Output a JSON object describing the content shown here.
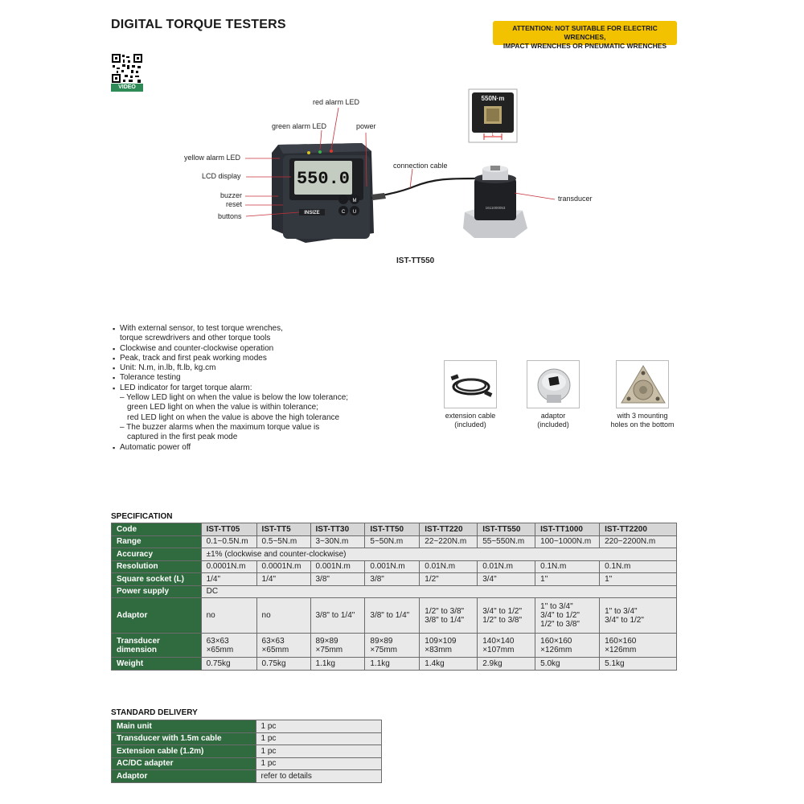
{
  "page": {
    "title": "DIGITAL TORQUE TESTERS",
    "attention_line1": "ATTENTION: NOT SUITABLE FOR ELECTRIC WRENCHES,",
    "attention_line2": "IMPACT WRENCHES OR PNEUMATIC WRENCHES",
    "qr_label": "VIDEO"
  },
  "diagram": {
    "callouts": {
      "red_alarm_led": "red alarm LED",
      "green_alarm_led": "green alarm LED",
      "power": "power",
      "yellow_alarm_led": "yellow alarm LED",
      "lcd_display": "LCD display",
      "buzzer": "buzzer",
      "reset": "reset",
      "buttons": "buttons",
      "connection_cable": "connection cable",
      "transducer": "transducer"
    },
    "lcd_value": "550.0",
    "brand": "INSIZE",
    "socket_label": "550N·m",
    "transducer_serial": "1611000053",
    "dimension_mark": "L",
    "model": "IST-TT550"
  },
  "features": {
    "items": [
      "With external sensor, to test torque wrenches,",
      "torque screwdrivers and other torque tools",
      "Clockwise and counter-clockwise operation",
      "Peak, track and first peak working modes",
      "Unit: N.m, in.lb, ft.lb, kg.cm",
      "Tolerance testing",
      "LED indicator for target torque alarm:",
      "– Yellow LED light on when the value is below the low tolerance;",
      "green LED light on when the value is within tolerance;",
      "red LED light on when the value is above the high tolerance",
      "– The buzzer alarms when the maximum torque value is",
      "captured in the first peak mode",
      "Automatic power off"
    ]
  },
  "accessories": [
    {
      "line1": "extension cable",
      "line2": "(included)"
    },
    {
      "line1": "adaptor",
      "line2": "(included)"
    },
    {
      "line1": "with 3 mounting",
      "line2": "holes on the bottom"
    }
  ],
  "spec": {
    "heading": "SPECIFICATION",
    "rows": {
      "code": {
        "label": "Code",
        "cells": [
          "IST-TT05",
          "IST-TT5",
          "IST-TT30",
          "IST-TT50",
          "IST-TT220",
          "IST-TT550",
          "IST-TT1000",
          "IST-TT2200"
        ]
      },
      "range": {
        "label": "Range",
        "cells": [
          "0.1~0.5N.m",
          "0.5~5N.m",
          "3~30N.m",
          "5~50N.m",
          "22~220N.m",
          "55~550N.m",
          "100~1000N.m",
          "220~2200N.m"
        ]
      },
      "accuracy": {
        "label": "Accuracy",
        "value": "±1% (clockwise and counter-clockwise)"
      },
      "resolution": {
        "label": "Resolution",
        "cells": [
          "0.0001N.m",
          "0.0001N.m",
          "0.001N.m",
          "0.001N.m",
          "0.01N.m",
          "0.01N.m",
          "0.1N.m",
          "0.1N.m"
        ]
      },
      "socket": {
        "label": "Square socket (L)",
        "cells": [
          "1/4\"",
          "1/4\"",
          "3/8\"",
          "3/8\"",
          "1/2\"",
          "3/4\"",
          "1\"",
          "1\""
        ]
      },
      "power": {
        "label": "Power supply",
        "value": "DC"
      },
      "adaptor": {
        "label": "Adaptor",
        "cells": [
          [
            "no"
          ],
          [
            "no"
          ],
          [
            "3/8\" to 1/4\""
          ],
          [
            "3/8\" to 1/4\""
          ],
          [
            "1/2\" to 3/8\"",
            "3/8\" to 1/4\""
          ],
          [
            "3/4\" to 1/2\"",
            "1/2\" to 3/8\""
          ],
          [
            "1\" to 3/4\"",
            "3/4\" to 1/2\"",
            "1/2\" to 3/8\""
          ],
          [
            "1\" to 3/4\"",
            "3/4\" to 1/2\""
          ]
        ]
      },
      "dimension": {
        "label1": "Transducer",
        "label2": "dimension",
        "cells": [
          [
            "63×63",
            "×65mm"
          ],
          [
            "63×63",
            "×65mm"
          ],
          [
            "89×89",
            "×75mm"
          ],
          [
            "89×89",
            "×75mm"
          ],
          [
            "109×109",
            "×83mm"
          ],
          [
            "140×140",
            "×107mm"
          ],
          [
            "160×160",
            "×126mm"
          ],
          [
            "160×160",
            "×126mm"
          ]
        ]
      },
      "weight": {
        "label": "Weight",
        "cells": [
          "0.75kg",
          "0.75kg",
          "1.1kg",
          "1.1kg",
          "1.4kg",
          "2.9kg",
          "5.0kg",
          "5.1kg"
        ]
      }
    }
  },
  "delivery": {
    "heading": "STANDARD DELIVERY",
    "rows": [
      {
        "item": "Main unit",
        "qty": "1 pc"
      },
      {
        "item": "Transducer with 1.5m cable",
        "qty": "1 pc"
      },
      {
        "item": "Extension cable (1.2m)",
        "qty": "1 pc"
      },
      {
        "item": "AC/DC adapter",
        "qty": "1 pc"
      },
      {
        "item": "Adaptor",
        "qty": "refer to details"
      }
    ]
  }
}
